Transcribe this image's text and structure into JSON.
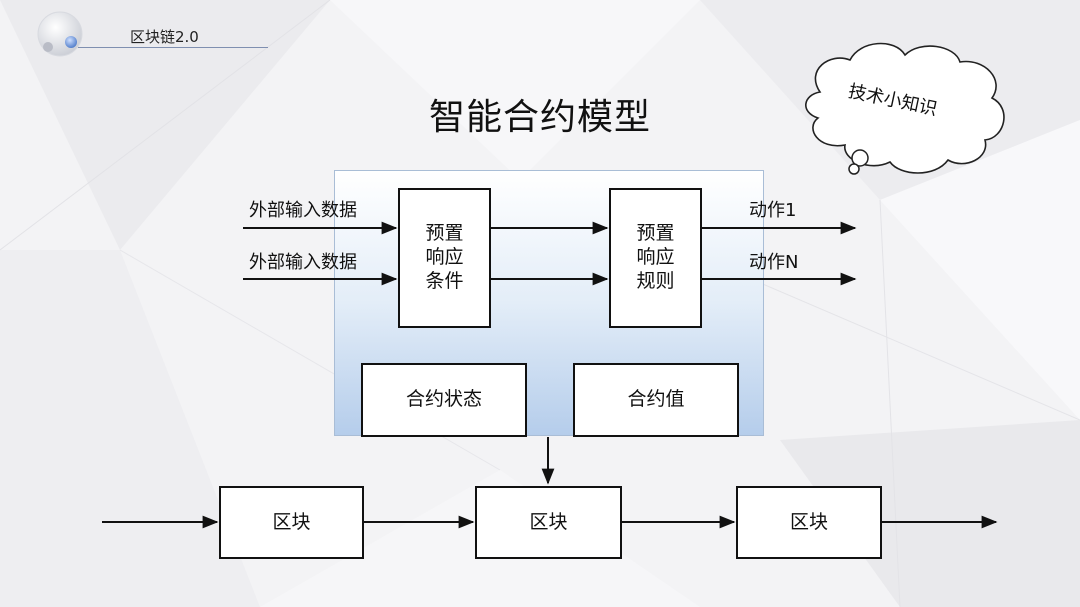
{
  "header": {
    "section_label": "区块链2.0"
  },
  "title": "智能合约模型",
  "badge": {
    "text": "技术小知识"
  },
  "diagram": {
    "inputs": [
      "外部输入数据",
      "外部输入数据"
    ],
    "condition_box": "预置\n响应\n条件",
    "rule_box": "预置\n响应\n规则",
    "outputs": [
      "动作1",
      "动作N"
    ],
    "state_box": "合约状态",
    "value_box": "合约值",
    "blocks": [
      "区块",
      "区块",
      "区块"
    ]
  }
}
